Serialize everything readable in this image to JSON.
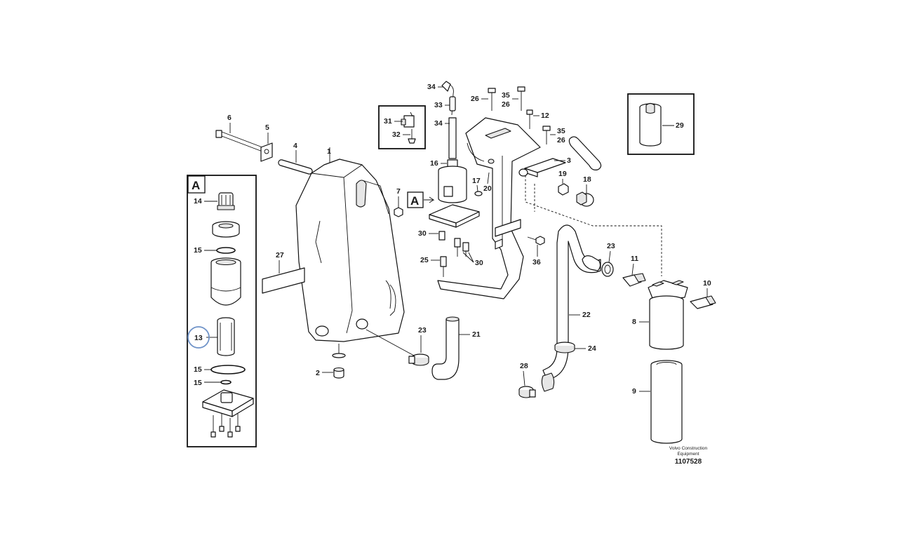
{
  "diagram": {
    "callouts": {
      "c1": "1",
      "c2": "2",
      "c3": "3",
      "c4": "4",
      "c5": "5",
      "c6": "6",
      "c7": "7",
      "c8": "8",
      "c9": "9",
      "c10": "10",
      "c11": "11",
      "c12": "12",
      "c13": "13",
      "c14": "14",
      "c15a": "15",
      "c15b": "15",
      "c15c": "15",
      "c16": "16",
      "c17": "17",
      "c18": "18",
      "c19": "19",
      "c20": "20",
      "c21": "21",
      "c22": "22",
      "c23a": "23",
      "c23b": "23",
      "c24": "24",
      "c25": "25",
      "c26a": "26",
      "c26b": "26",
      "c26c": "26",
      "c27": "27",
      "c28": "28",
      "c29": "29",
      "c30a": "30",
      "c30b": "30",
      "c31": "31",
      "c32": "32",
      "c33": "33",
      "c34a": "34",
      "c34b": "34",
      "c35a": "35",
      "c35b": "35",
      "c36": "36"
    },
    "detail_letter": "A",
    "detail_marker_letter": "A",
    "selected_callout": "13",
    "manufacturer_line1": "Volvo Construction",
    "manufacturer_line2": "Equipment",
    "drawing_number": "1107528",
    "colors": {
      "line": "#111111",
      "selection": "#6f93c8",
      "background": "#ffffff"
    }
  }
}
